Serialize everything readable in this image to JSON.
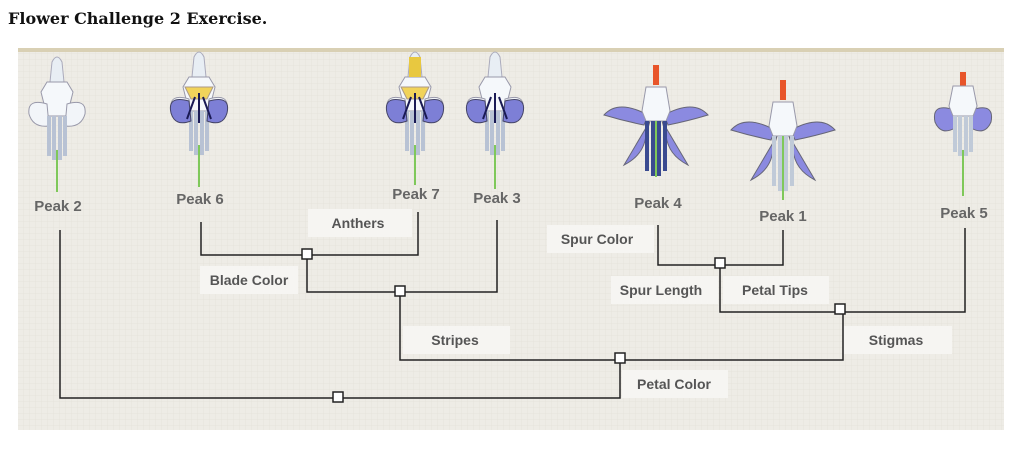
{
  "title": "Flower Challenge 2 Exercise.",
  "peaks": {
    "p2": "Peak 2",
    "p6": "Peak 6",
    "p7": "Peak 7",
    "p3": "Peak 3",
    "p4": "Peak 4",
    "p1": "Peak 1",
    "p5": "Peak 5"
  },
  "traits": {
    "anthers": "Anthers",
    "blade_color": "Blade Color",
    "stripes": "Stripes",
    "spur_color": "Spur Color",
    "spur_length": "Spur Length",
    "petal_tips": "Petal Tips",
    "stigmas": "Stigmas",
    "petal_color": "Petal Color"
  },
  "colors": {
    "panel": "#eeece6",
    "border": "#d9d0b4",
    "petal_blue": "#7d7fd6",
    "anther_yellow": "#f1d35a",
    "stigma_red": "#e8552a",
    "stem": "#7fc85a"
  }
}
